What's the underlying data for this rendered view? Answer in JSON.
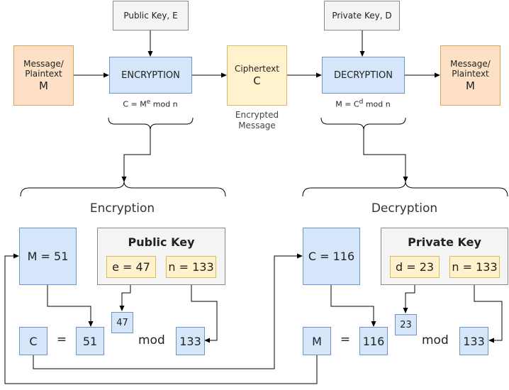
{
  "top": {
    "public_key": "Public Key, ",
    "public_key_symbol": "E",
    "private_key": "Private Key, ",
    "private_key_symbol": "D",
    "message_left_line1": "Message/",
    "message_left_line2": "Plaintext",
    "message_left_symbol": "M",
    "encryption": "ENCRYPTION",
    "ciphertext": "Ciphertext",
    "ciphertext_symbol": "C",
    "decryption": "DECRYPTION",
    "message_right_line1": "Message/",
    "message_right_line2": "Plaintext",
    "message_right_symbol": "M",
    "enc_formula_pre": "C = M",
    "enc_formula_sup": "e",
    "enc_formula_post": " mod n",
    "dec_formula_pre": "M = C",
    "dec_formula_sup": "d",
    "dec_formula_post": " mod n",
    "encrypted_line1": "Encrypted",
    "encrypted_line2": "Message"
  },
  "encryption_section": {
    "title": "Encryption",
    "input": "M = 51",
    "key_title": "Public Key",
    "key_e": "e = 47",
    "key_n": "n = 133",
    "result": "C",
    "equals": "=",
    "base": "51",
    "exponent": "47",
    "mod": "mod",
    "modulus": "133"
  },
  "decryption_section": {
    "title": "Decryption",
    "input": "C = 116",
    "key_title": "Private Key",
    "key_d": "d = 23",
    "key_n": "n = 133",
    "result": "M",
    "equals": "=",
    "base": "116",
    "exponent": "23",
    "mod": "mod",
    "modulus": "133"
  },
  "colors": {
    "gray": "#f4f4f4",
    "orange": "#fde0c6",
    "blue": "#d6e6fa",
    "yellow": "#fff2cc",
    "line": "#000000"
  }
}
